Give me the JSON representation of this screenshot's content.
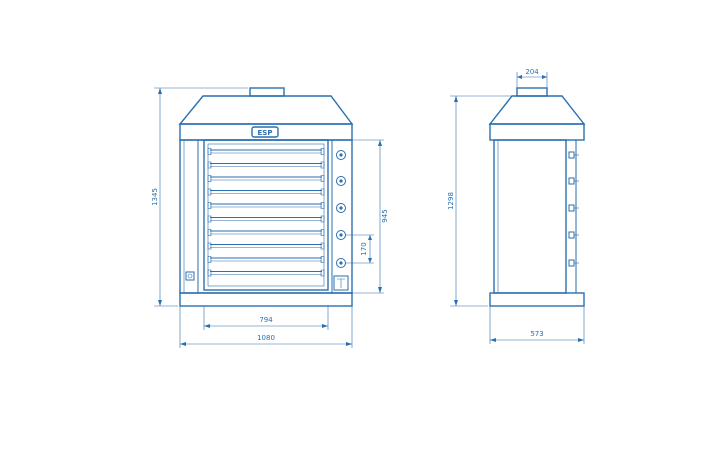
{
  "colors": {
    "line": "#2a6fb0",
    "background": "#ffffff"
  },
  "front_view": {
    "logo_text": "ESP",
    "dimensions": {
      "total_height": "1345",
      "door_height": "945",
      "spit_spacing": "170",
      "inner_width": "794",
      "total_width": "1080"
    }
  },
  "side_view": {
    "dimensions": {
      "chimney_width": "204",
      "height": "1298",
      "depth": "573"
    }
  }
}
